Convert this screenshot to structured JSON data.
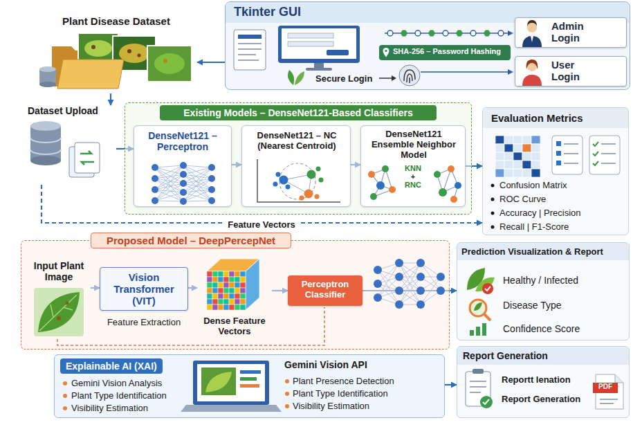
{
  "diagram": {
    "nodes": [
      {
        "text": [
          "Plant Disease Dataset"
        ]
      },
      {
        "text": [
          "Tkinter GUI",
          "Secure Login"
        ]
      },
      {
        "text": [
          "SHA-256 – Password Hashing"
        ],
        "in": 1
      },
      {
        "text": [
          "Admin Login"
        ],
        "in": 1
      },
      {
        "text": [
          "User Login"
        ],
        "in": 1
      },
      {
        "text": [
          "Dataset Upload"
        ]
      },
      {
        "text": [
          "Existing Models – DenseNet121-Based Classifiers"
        ]
      },
      {
        "text": [
          "DenseNet121 – Perceptron"
        ],
        "in": 6
      },
      {
        "text": [
          "DenseNet121 – NC (Nearest Centroid)"
        ],
        "in": 6
      },
      {
        "text": [
          "DenseNet121 Ensemble Neighbor Model"
        ],
        "in": 6
      },
      {
        "text": [
          "Evaluation Metrics",
          "Confusion Matrix",
          "ROC Curve",
          "Accuracy | Precision",
          "Recall | F1-Score"
        ]
      },
      {
        "text": [
          "Proposed Model – DeepPercepNet"
        ]
      },
      {
        "text": [
          "Input Plant Image"
        ],
        "in": 11
      },
      {
        "text": [
          "Vision Transformer (VIT)",
          "Feature Extraction"
        ],
        "in": 11
      },
      {
        "text": [
          "Dense Feature Vectors"
        ],
        "in": 11
      },
      {
        "text": [
          "Perceptron Classifier"
        ],
        "in": 11
      },
      {
        "text": [
          "Prediction Visualization & Report",
          "Healthy / Infected",
          "Disease Type",
          "Confidence Score"
        ]
      },
      {
        "text": [
          "Explainable AI (XAI)",
          "Gemini Vision Analysis",
          "Plant Type Identification",
          "Visibility Estimation",
          "Gemini Vision API",
          "Plant Presence Detection",
          "Plant Type Identification",
          "Visibility Estimation"
        ]
      },
      {
        "text": [
          "Report Generation",
          "Reportt lenation",
          "Report Generation"
        ]
      }
    ],
    "edges": [
      {
        "from": 1,
        "to": 0,
        "arrow": "to"
      },
      {
        "from": 0,
        "to": 5,
        "arrow": "to"
      },
      {
        "from": 5,
        "to": 7,
        "arrow": "to"
      },
      {
        "from": 7,
        "to": 8,
        "arrow": "to"
      },
      {
        "from": 8,
        "to": 9,
        "arrow": "to"
      },
      {
        "from": 9,
        "to": 10,
        "arrow": "to"
      },
      {
        "from": 5,
        "to": 10,
        "label": "Feature Vectors",
        "arrow": "to"
      },
      {
        "from": 12,
        "to": 13,
        "arrow": "to"
      },
      {
        "from": 13,
        "to": 14,
        "arrow": "to"
      },
      {
        "from": 14,
        "to": 15,
        "arrow": "to"
      },
      {
        "from": 15,
        "to": 16,
        "arrow": "to"
      },
      {
        "from": 17,
        "to": 18,
        "arrow": "to"
      }
    ],
    "labels": [
      "KNN",
      "+",
      "RNC",
      "PDF"
    ]
  }
}
